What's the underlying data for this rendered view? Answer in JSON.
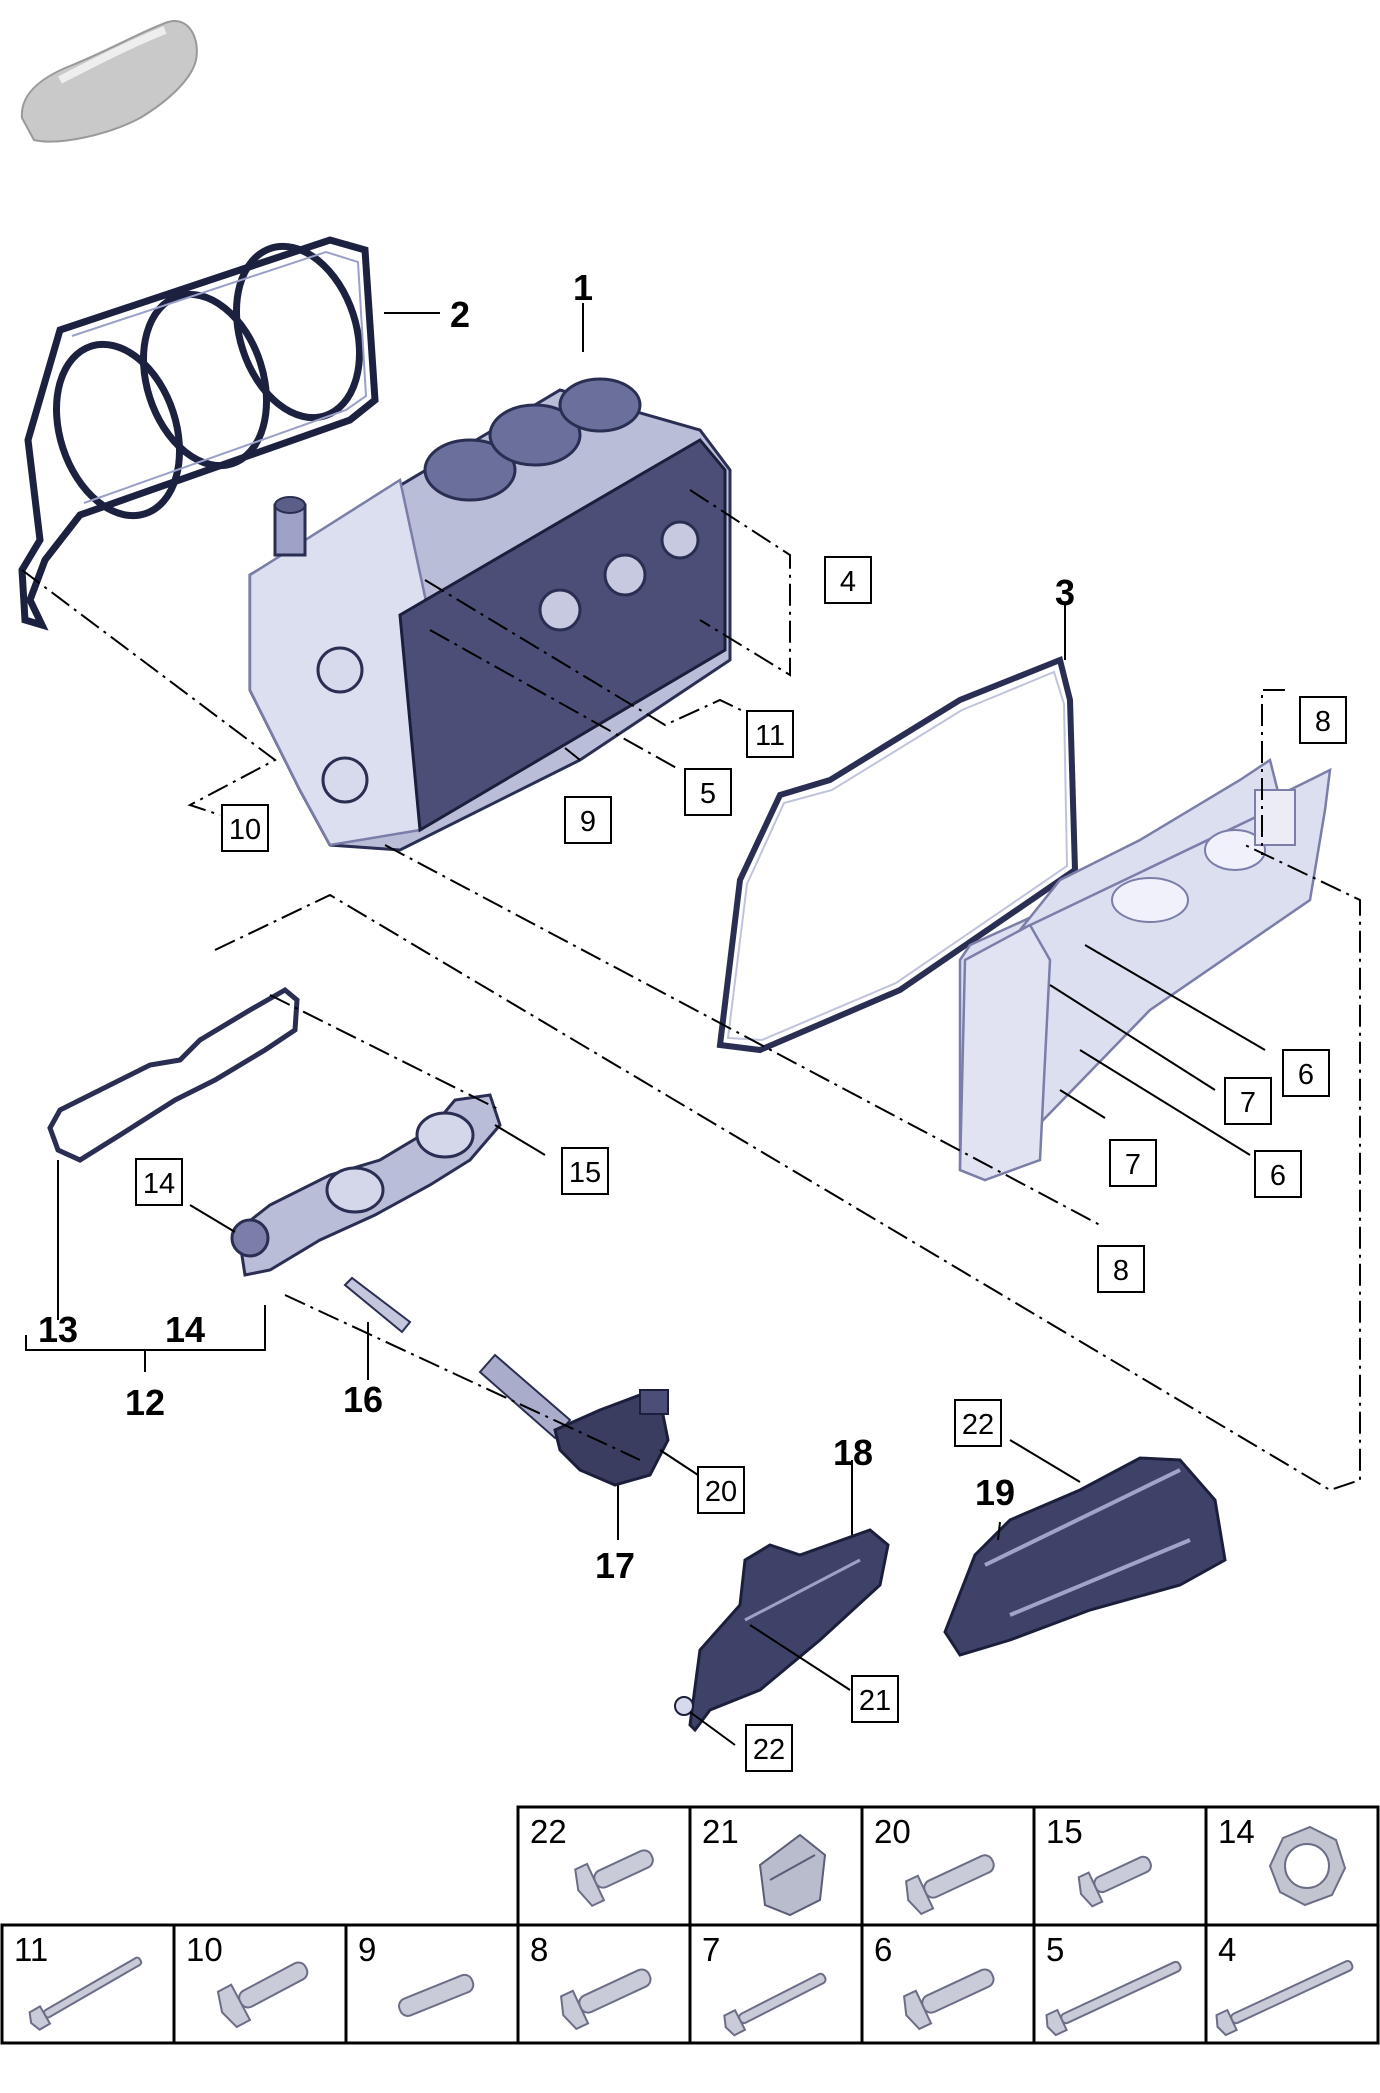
{
  "callouts_bold": [
    "1",
    "2",
    "3",
    "12",
    "13",
    "14",
    "16",
    "17",
    "18",
    "19"
  ],
  "callouts_boxed": [
    "4",
    "5",
    "6",
    "6",
    "7",
    "7",
    "8",
    "8",
    "9",
    "10",
    "11",
    "14",
    "15",
    "20",
    "21",
    "22",
    "22"
  ],
  "legend_top_row": [
    {
      "number": "22",
      "icon": "flange-bolt-icon"
    },
    {
      "number": "21",
      "icon": "clip-icon"
    },
    {
      "number": "20",
      "icon": "flange-bolt-icon"
    },
    {
      "number": "15",
      "icon": "flange-bolt-icon"
    },
    {
      "number": "14",
      "icon": "seal-ring-icon"
    }
  ],
  "legend_bottom_row": [
    {
      "number": "11",
      "icon": "long-bolt-icon"
    },
    {
      "number": "10",
      "icon": "flange-bolt-icon"
    },
    {
      "number": "9",
      "icon": "dowel-pin-icon"
    },
    {
      "number": "8",
      "icon": "flange-bolt-icon"
    },
    {
      "number": "7",
      "icon": "long-bolt-icon"
    },
    {
      "number": "6",
      "icon": "flange-bolt-icon"
    },
    {
      "number": "5",
      "icon": "long-bolt-icon"
    },
    {
      "number": "4",
      "icon": "long-bolt-icon"
    }
  ]
}
